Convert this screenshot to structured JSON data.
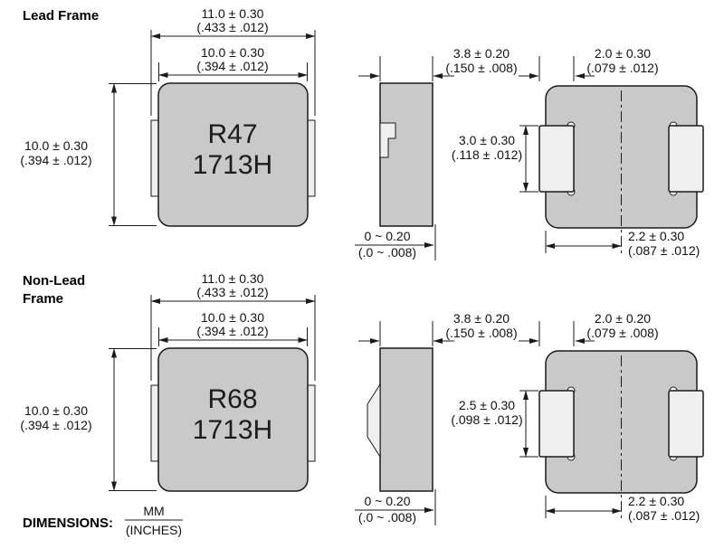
{
  "footer": {
    "dimensions_label": "DIMENSIONS:",
    "units_mm": "MM",
    "units_inches": "(INCHES)"
  },
  "colors": {
    "component_fill": "#c9c9c9",
    "terminal_fill": "#efefef",
    "line_color": "#1a1a1a"
  },
  "sections": [
    {
      "label_line1": "Lead Frame",
      "label_line2": "",
      "marking_line1": "R47",
      "marking_line2": "1713H",
      "dims": {
        "outer_width_mm": "11.0 ± 0.30",
        "outer_width_in": "(.433 ± .012)",
        "body_width_mm": "10.0 ± 0.30",
        "body_width_in": "(.394 ± .012)",
        "body_height_mm": "10.0 ± 0.30",
        "body_height_in": "(.394 ± .012)",
        "thickness_mm": "3.8 ± 0.20",
        "thickness_in": "(.150 ± .008)",
        "standoff_mm": "0 ~ 0.20",
        "standoff_in": "(.0 ~ .008)",
        "pad_width_mm": "2.0 ± 0.30",
        "pad_width_in": "(.079 ± .012)",
        "pad_height_mm": "3.0 ± 0.30",
        "pad_height_in": "(.118 ± .012)",
        "pad_length_mm": "2.2 ± 0.30",
        "pad_length_in": "(.087 ± .012)"
      }
    },
    {
      "label_line1": "Non-Lead",
      "label_line2": "Frame",
      "marking_line1": "R68",
      "marking_line2": "1713H",
      "dims": {
        "outer_width_mm": "11.0 ± 0.30",
        "outer_width_in": "(.433 ± .012)",
        "body_width_mm": "10.0 ± 0.30",
        "body_width_in": "(.394 ± .012)",
        "body_height_mm": "10.0 ± 0.30",
        "body_height_in": "(.394 ± .012)",
        "thickness_mm": "3.8 ± 0.20",
        "thickness_in": "(.150 ± .008)",
        "standoff_mm": "0 ~ 0.20",
        "standoff_in": "(.0 ~ .008)",
        "pad_width_mm": "2.0 ± 0.20",
        "pad_width_in": "(.079 ± .008)",
        "pad_height_mm": "2.5 ± 0.30",
        "pad_height_in": "(.098 ± .012)",
        "pad_length_mm": "2.2 ± 0.30",
        "pad_length_in": "(.087 ± .012)"
      }
    }
  ]
}
